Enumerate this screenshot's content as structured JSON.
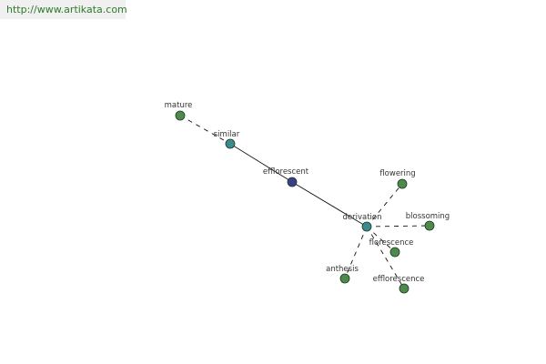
{
  "header": {
    "url": "http://www.artikata.com"
  },
  "colors": {
    "background": "#ffffff",
    "edge": "#111111",
    "node_green": "#4e8a4e",
    "node_teal": "#3d8a8e",
    "node_blue": "#3a3f8c",
    "node_stroke": "#1d3a1d",
    "label": "#333333"
  },
  "graph": {
    "nodes": [
      {
        "id": "mature",
        "label": "mature",
        "kind": "green"
      },
      {
        "id": "similar",
        "label": "similar",
        "kind": "teal"
      },
      {
        "id": "efflorescent",
        "label": "efflorescent",
        "kind": "blue"
      },
      {
        "id": "derivation",
        "label": "derivation",
        "kind": "teal"
      },
      {
        "id": "flowering",
        "label": "flowering",
        "kind": "green"
      },
      {
        "id": "blossoming",
        "label": "blossoming",
        "kind": "green"
      },
      {
        "id": "florescence",
        "label": "florescence",
        "kind": "green"
      },
      {
        "id": "efflorescence",
        "label": "efflorescence",
        "kind": "green"
      },
      {
        "id": "anthesis",
        "label": "anthesis",
        "kind": "green"
      }
    ],
    "edges": [
      {
        "from": "mature",
        "to": "similar",
        "style": "dashed"
      },
      {
        "from": "similar",
        "to": "efflorescent",
        "style": "solid"
      },
      {
        "from": "efflorescent",
        "to": "derivation",
        "style": "solid"
      },
      {
        "from": "derivation",
        "to": "flowering",
        "style": "dashed"
      },
      {
        "from": "derivation",
        "to": "blossoming",
        "style": "dashed"
      },
      {
        "from": "derivation",
        "to": "florescence",
        "style": "dashed"
      },
      {
        "from": "derivation",
        "to": "efflorescence",
        "style": "dashed"
      },
      {
        "from": "derivation",
        "to": "anthesis",
        "style": "dashed"
      }
    ]
  }
}
